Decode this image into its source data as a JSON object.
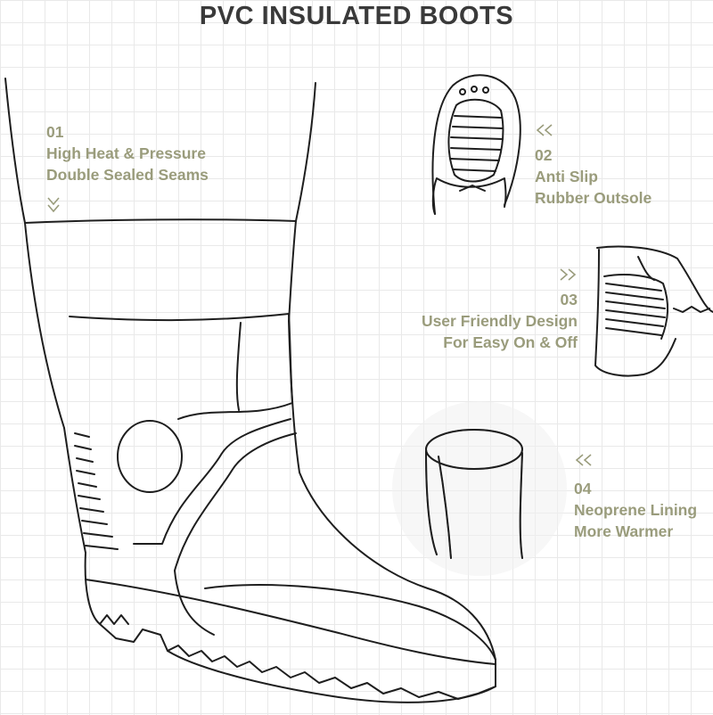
{
  "title": "PVC INSULATED BOOTS",
  "accent_color": "#9a9c7c",
  "features": [
    {
      "number": "01",
      "line1": "High Heat & Pressure",
      "line2": "Double Sealed Seams",
      "icon": "chevron-down-icon"
    },
    {
      "number": "02",
      "line1": "Anti Slip",
      "line2": "Rubber Outsole",
      "icon": "chevron-left-icon"
    },
    {
      "number": "03",
      "line1": "User Friendly Design",
      "line2": "For Easy On & Off",
      "icon": "chevron-right-icon"
    },
    {
      "number": "04",
      "line1": "Neoprene Lining",
      "line2": "More Warmer",
      "icon": "chevron-left-icon"
    }
  ]
}
